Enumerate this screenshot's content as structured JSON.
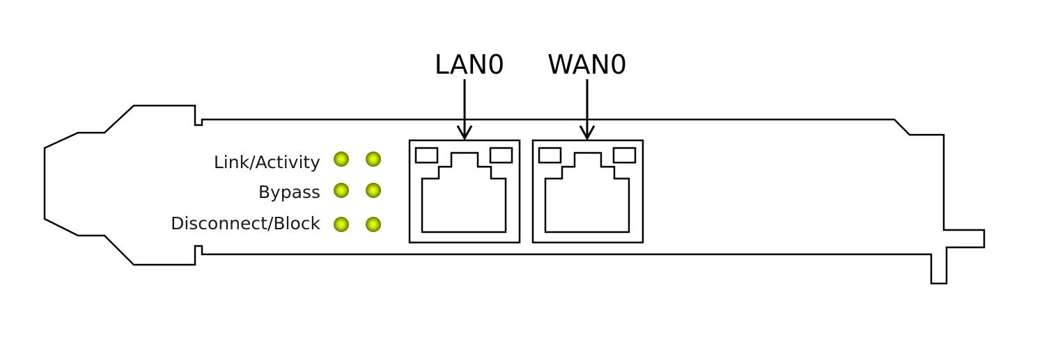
{
  "leds": {
    "rows": [
      {
        "label": "Link/Activity"
      },
      {
        "label": "Bypass"
      },
      {
        "label": "Disconnect/Block"
      }
    ],
    "color": "#8fb300",
    "highlight": "#e6ff3a"
  },
  "ports": [
    {
      "label": "LAN0"
    },
    {
      "label": "WAN0"
    }
  ]
}
